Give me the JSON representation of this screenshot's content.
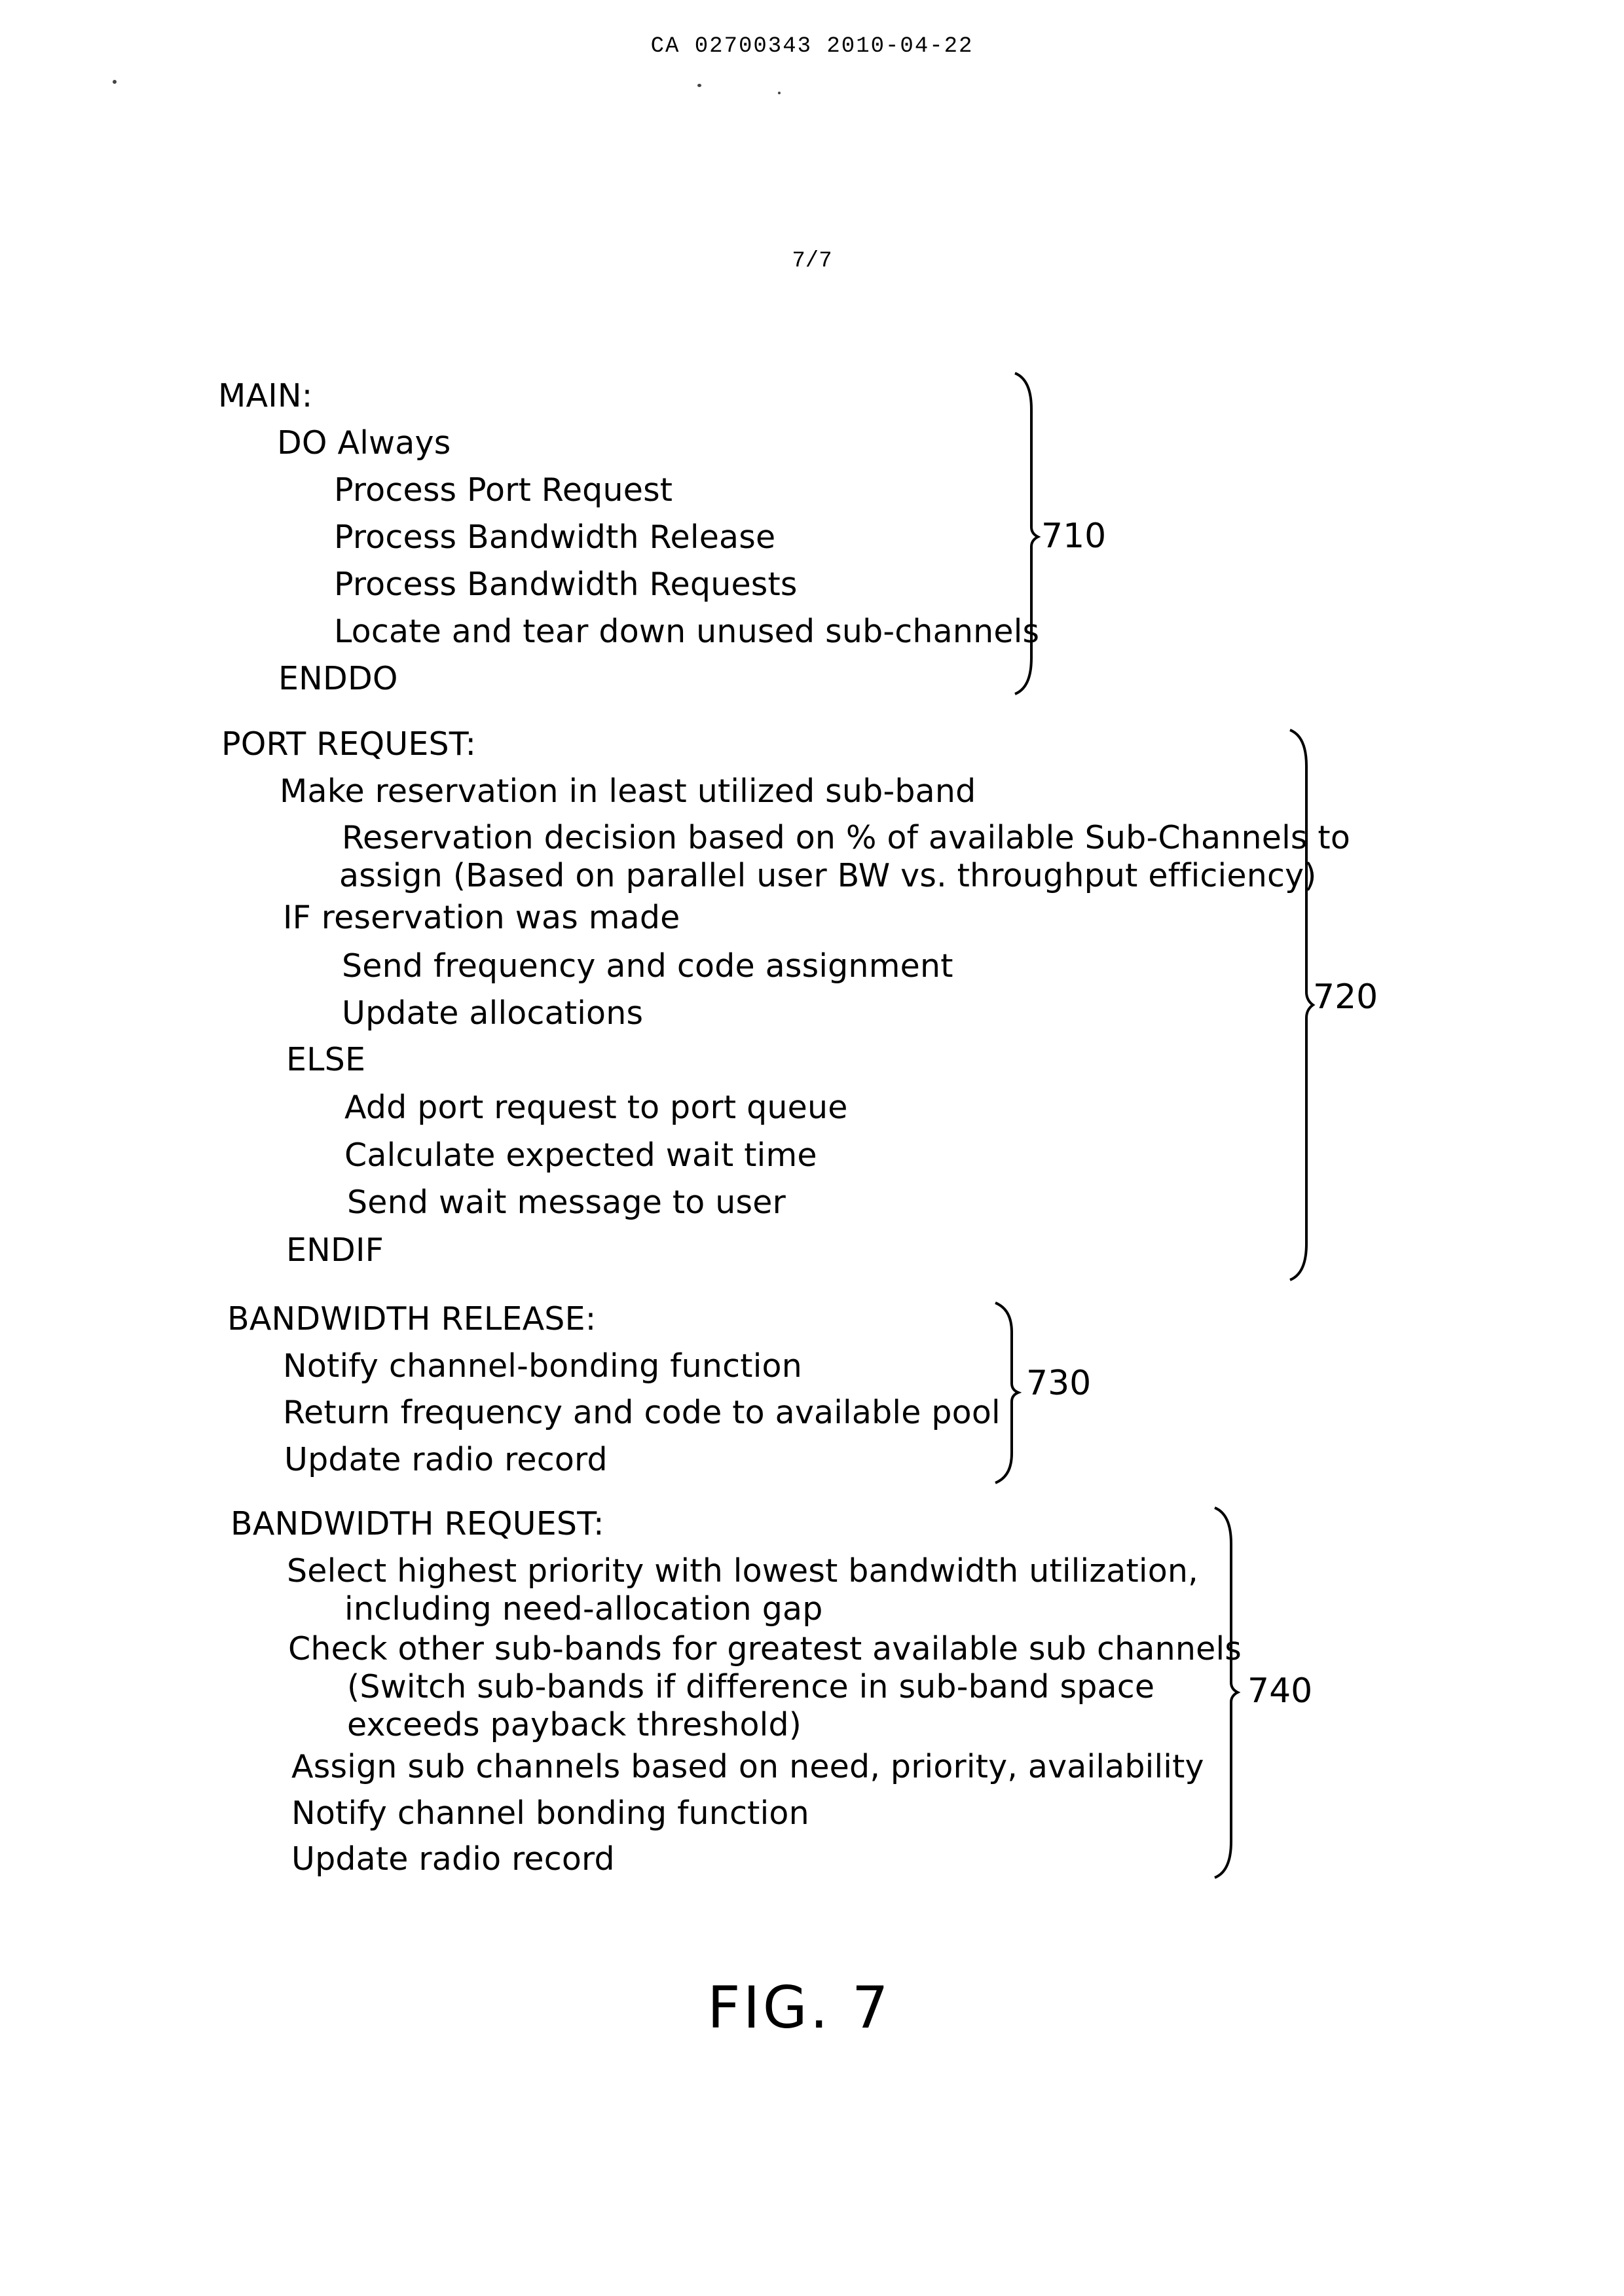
{
  "header": "CA 02700343 2010-04-22",
  "page_number": "7/7",
  "sections": {
    "main": {
      "lines": [
        "MAIN:",
        "DO Always",
        "Process Port Request",
        "Process Bandwidth Release",
        "Process Bandwidth Requests",
        "Locate and tear down unused sub-channels",
        "ENDDO"
      ],
      "ref": "710"
    },
    "port_request": {
      "lines": [
        "PORT REQUEST:",
        "Make reservation in least utilized sub-band",
        "Reservation decision based on % of available Sub-Channels to",
        "assign (Based on parallel user BW vs. throughput efficiency)",
        "IF reservation was made",
        "Send frequency and code assignment",
        "Update allocations",
        "ELSE",
        "Add port request to port queue",
        "Calculate expected wait time",
        "Send wait message to user",
        "ENDIF"
      ],
      "ref": "720"
    },
    "bandwidth_release": {
      "lines": [
        "BANDWIDTH RELEASE:",
        "Notify channel-bonding function",
        "Return frequency and code to available pool",
        "Update radio record"
      ],
      "ref": "730"
    },
    "bandwidth_request": {
      "lines": [
        "BANDWIDTH REQUEST:",
        "Select highest priority with lowest bandwidth utilization,",
        "including need-allocation gap",
        "Check other sub-bands for greatest available sub channels",
        "(Switch sub-bands if difference in sub-band space",
        "exceeds payback threshold)",
        "Assign sub channels based on need, priority, availability",
        "Notify channel bonding function",
        "Update radio record"
      ],
      "ref": "740"
    }
  },
  "figure_label": "FIG. 7"
}
